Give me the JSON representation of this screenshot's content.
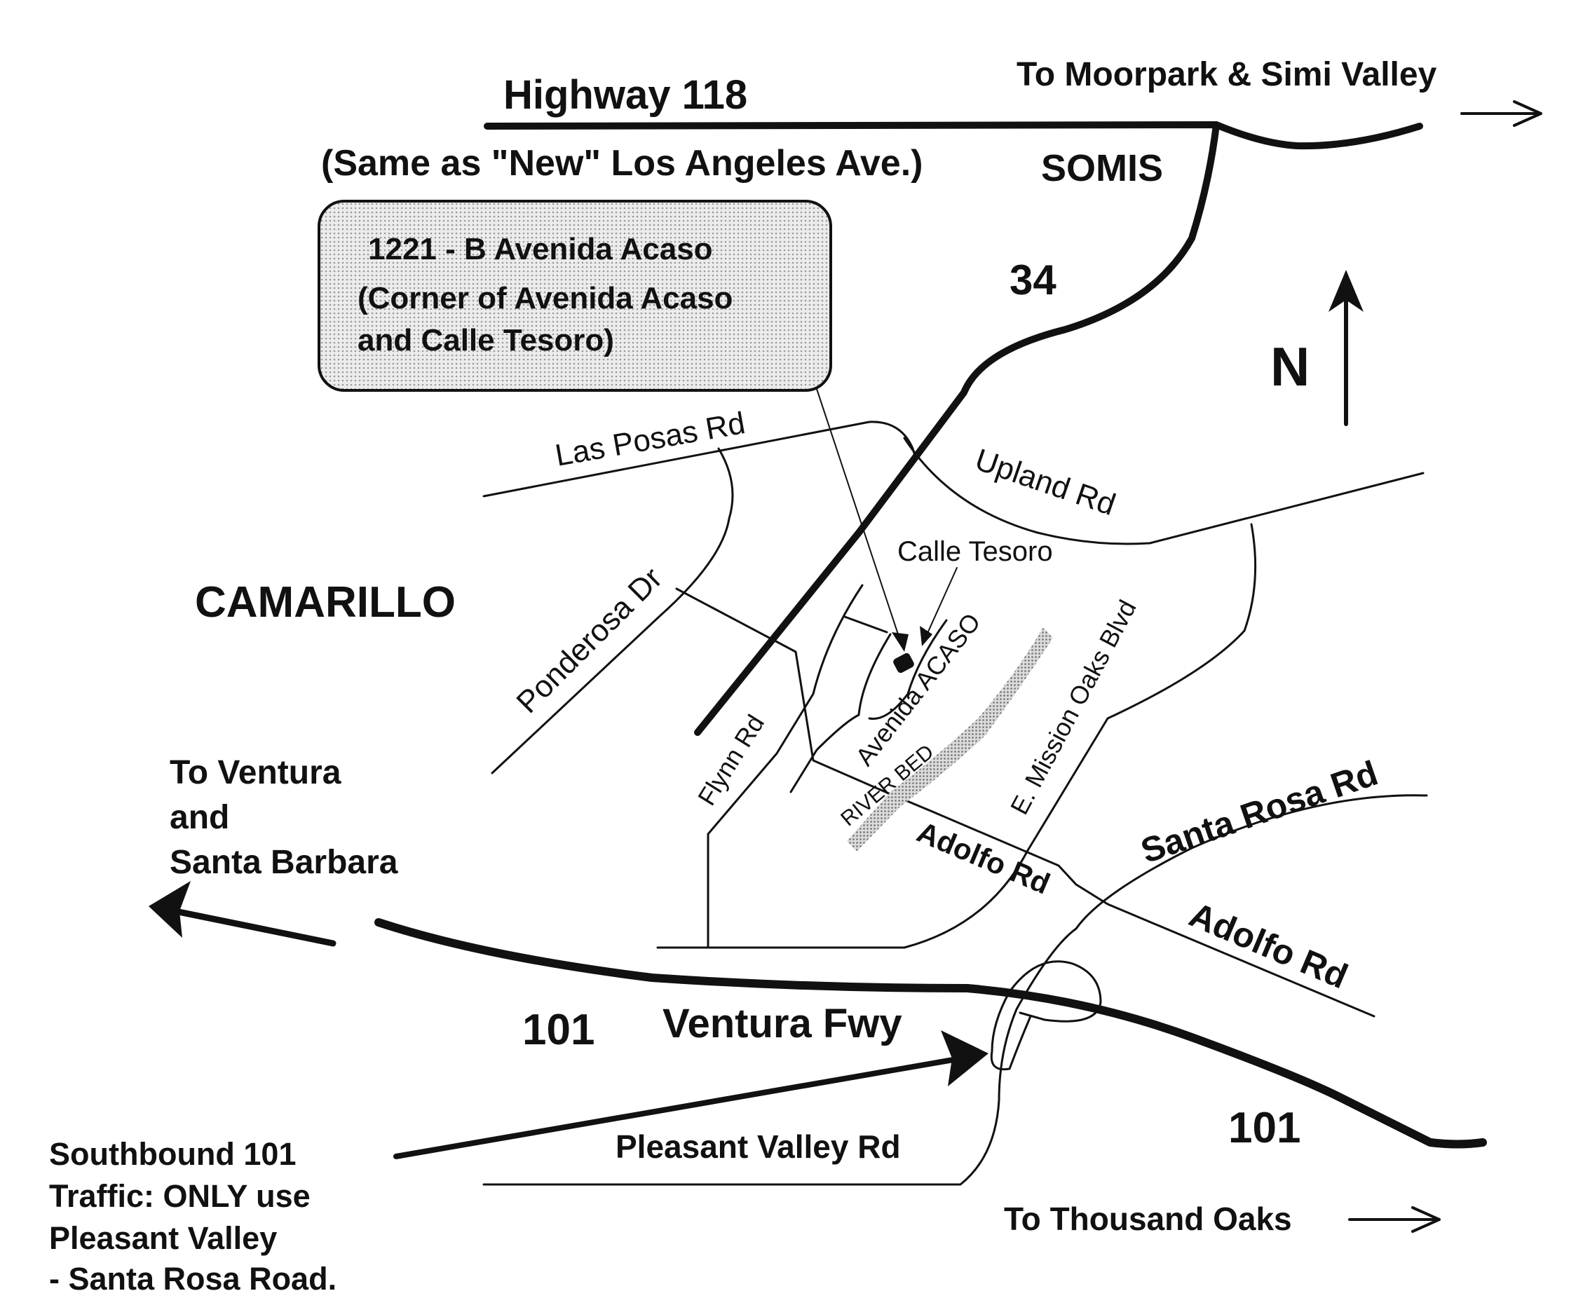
{
  "highways": {
    "hwy118": "Highway 118",
    "hwy118_note": "(Same as \"New\" Los Angeles Ave.)",
    "route34": "34",
    "fwy_shield_west": "101",
    "fwy_name": "Ventura Fwy",
    "fwy_shield_east": "101"
  },
  "places": {
    "somis": "SOMIS",
    "camarillo": "CAMARILLO"
  },
  "directions": {
    "moorpark": "To Moorpark & Simi Valley",
    "ventura_line1": "To Ventura",
    "ventura_line2": "and",
    "ventura_line3": "Santa Barbara",
    "thousand_oaks": "To Thousand Oaks"
  },
  "address_box": {
    "line1": "1221 - B Avenida Acaso",
    "line2": "(Corner of Avenida Acaso",
    "line3": "and Calle Tesoro)"
  },
  "compass": {
    "label": "N"
  },
  "streets": {
    "las_posas": "Las Posas Rd",
    "upland": "Upland Rd",
    "calle_tesoro": "Calle Tesoro",
    "ponderosa": "Ponderosa Dr",
    "avenida_acaso": "Avenida ACASO",
    "mission_oaks": "E. Mission Oaks Blvd",
    "flynn": "Flynn Rd",
    "river_bed": "RIVER BED",
    "adolfo_1": "Adolfo Rd",
    "adolfo_2": "Adolfo Rd",
    "santa_rosa": "Santa Rosa Rd",
    "pleasant_valley": "Pleasant Valley Rd"
  },
  "note": {
    "line1": "Southbound 101",
    "line2": "Traffic: ONLY use",
    "line3": "Pleasant Valley",
    "line4": "- Santa Rosa Road."
  }
}
